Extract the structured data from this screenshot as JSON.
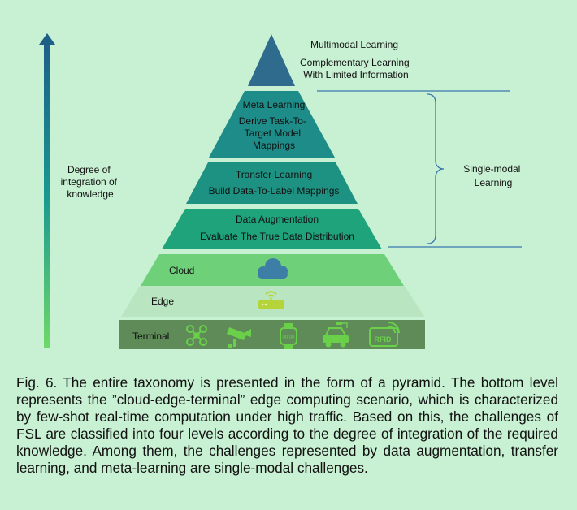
{
  "axis": {
    "label_lines": [
      "Degree of",
      "integration of",
      "knowledge"
    ]
  },
  "pyramid": {
    "top": {
      "title": "Multimodal Learning",
      "desc_lines": [
        "Complementary Learning",
        "With Limited Information"
      ]
    },
    "meta": {
      "title": "Meta Learning",
      "desc_lines": [
        "Derive Task-To-",
        "Target Model",
        "Mappings"
      ]
    },
    "transfer": {
      "title": "Transfer Learning",
      "desc": "Build Data-To-Label Mappings"
    },
    "augmentation": {
      "title": "Data Augmentation",
      "desc": "Evaluate The True Data Distribution"
    },
    "cloud": {
      "label": "Cloud",
      "icon": "cloud-icon"
    },
    "edge": {
      "label": "Edge",
      "icon": "router-icon"
    },
    "terminal": {
      "label": "Terminal",
      "icons": [
        "drone-icon",
        "camera-icon",
        "smartwatch-icon",
        "electric-car-icon",
        "rfid-icon"
      ],
      "watch_text": "00:00",
      "rfid_text": "RFID"
    }
  },
  "bracket": {
    "label_lines": [
      "Single-modal",
      "Learning"
    ]
  },
  "colors": {
    "background": "#c8f0d2",
    "top_layer": "#2e6b8c",
    "meta_layer": "#1e8c88",
    "transfer_layer": "#1e9282",
    "augmentation_layer": "#1ea37a",
    "cloud_layer": "#6fd07a",
    "edge_layer": "#b9e6c0",
    "terminal_layer": "#5e8b58",
    "bracket": "#3a78b0",
    "icon_terminal": "#6ad04a",
    "icon_cloud": "#3d7ea6",
    "icon_edge": "#b5d43a"
  },
  "caption": "Fig. 6. The entire taxonomy is presented in the form of a pyramid. The bottom level represents the ”cloud-edge-terminal” edge computing scenario, which is characterized by few-shot real-time computation under high traffic. Based on this, the challenges of FSL are classified into four levels according to the degree of integration of the required knowledge. Among them, the challenges represented by data augmentation, transfer learning, and meta-learning are single-modal challenges."
}
